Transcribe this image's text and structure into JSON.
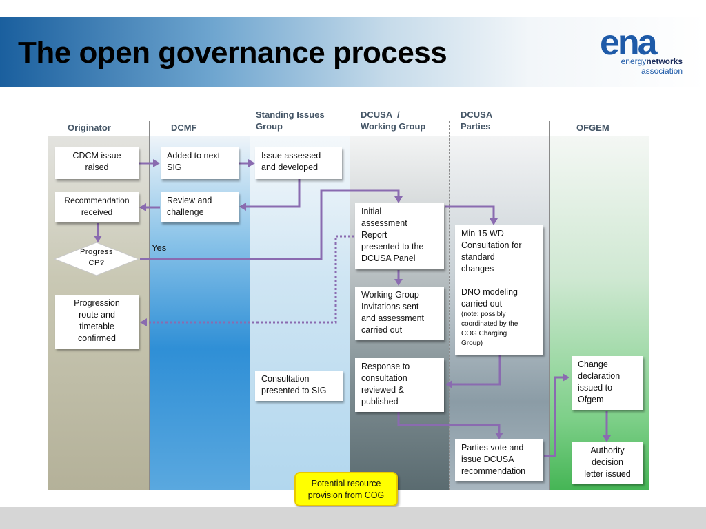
{
  "title": "The open governance process",
  "logo": {
    "big": "ena",
    "line1_a": "energy",
    "line1_b": "networks",
    "line2": "association"
  },
  "lanes": {
    "originator": "Originator",
    "dcmf": "DCMF",
    "sig_1": "Standing Issues",
    "sig_2": "Group",
    "dcusa_1": "DCUSA  /",
    "dcusa_2": "Working Group",
    "parties_1": "DCUSA",
    "parties_2": "Parties",
    "ofgem": "OFGEM"
  },
  "boxes": {
    "cdcm_issue": [
      "CDCM issue",
      "raised"
    ],
    "added_next_sig": [
      "Added to next",
      "SIG"
    ],
    "issue_assessed": [
      "Issue assessed",
      "and developed"
    ],
    "recommendation": [
      "Recommendation",
      "received"
    ],
    "review_challenge": [
      "Review and",
      "challenge"
    ],
    "initial_assessment": [
      "Initial",
      "assessment",
      "Report",
      "presented to the",
      "DCUSA Panel"
    ],
    "min15": [
      "Min 15 WD",
      "Consultation for",
      "standard",
      "changes"
    ],
    "dno_modeling": [
      "DNO modeling",
      "carried out"
    ],
    "dno_note": [
      "(note: possibly",
      "coordinated by the",
      "COG Charging",
      "Group)"
    ],
    "progress_cp": [
      "Progress",
      "CP?"
    ],
    "yes": "Yes",
    "progression": [
      "Progression",
      "route and",
      "timetable",
      "confirmed"
    ],
    "working_group": [
      "Working Group",
      "Invitations sent",
      "and assessment",
      "carried out"
    ],
    "consultation_sig": [
      "Consultation",
      "presented to SIG"
    ],
    "response": [
      "Response to",
      "consultation",
      "reviewed &",
      "published"
    ],
    "change_declaration": [
      "Change",
      "declaration",
      "issued to",
      "Ofgem"
    ],
    "parties_vote": [
      "Parties vote and",
      "issue DCUSA",
      "recommendation"
    ],
    "authority": [
      "Authority",
      "decision",
      "letter issued"
    ],
    "potential": [
      "Potential resource",
      "provision from COG"
    ]
  },
  "colors": {
    "arrow": "#8a6bb0",
    "header_start": "#1a5f9e",
    "logo": "#1e5aa8",
    "highlight": "#ffff00"
  }
}
